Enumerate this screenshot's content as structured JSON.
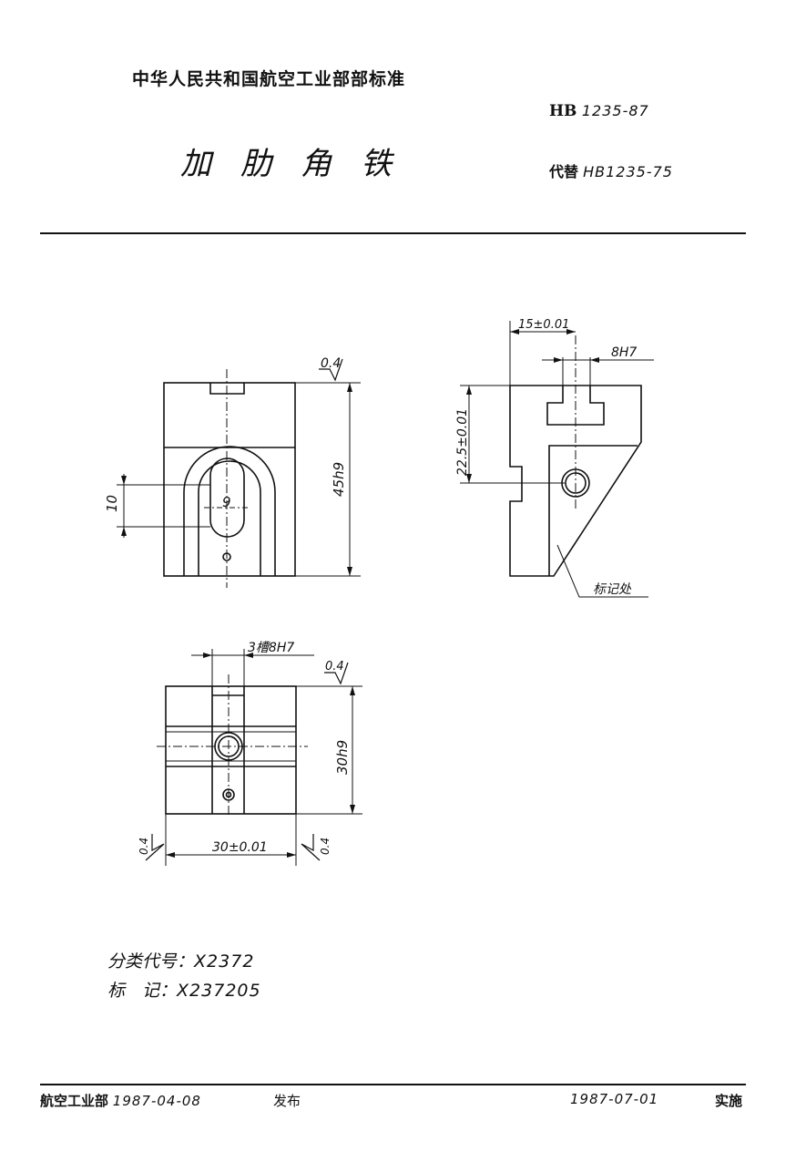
{
  "header": {
    "organization": "中华人民共和国航空工业部部标准",
    "std_prefix": "HB",
    "std_code": "1235-87",
    "title": "加肋角铁",
    "replace_label": "代替",
    "replace_code": "HB1235-75"
  },
  "drawing": {
    "front": {
      "roughness": "0.4",
      "height_dim": "45h9",
      "slot_dim": "10",
      "slot_label": "9"
    },
    "side": {
      "offset_dim": "15±0.01",
      "slot_dim": "8H7",
      "height_dim": "22.5±0.01",
      "marking_label": "标记处"
    },
    "top": {
      "slot_dim": "3槽8H7",
      "roughness_top": "0.4",
      "height_dim": "30h9",
      "roughness_left": "0.4",
      "roughness_right": "0.4",
      "width_dim": "30±0.01"
    }
  },
  "info": {
    "class_label": "分类代号",
    "class_value": "X2372",
    "mark_label": "标　记",
    "mark_value": "X237205"
  },
  "footer": {
    "issuer": "航空工业部",
    "issue_date": "1987-04-08",
    "issue_word": "发布",
    "effective_date": "1987-07-01",
    "effective_word": "实施"
  }
}
